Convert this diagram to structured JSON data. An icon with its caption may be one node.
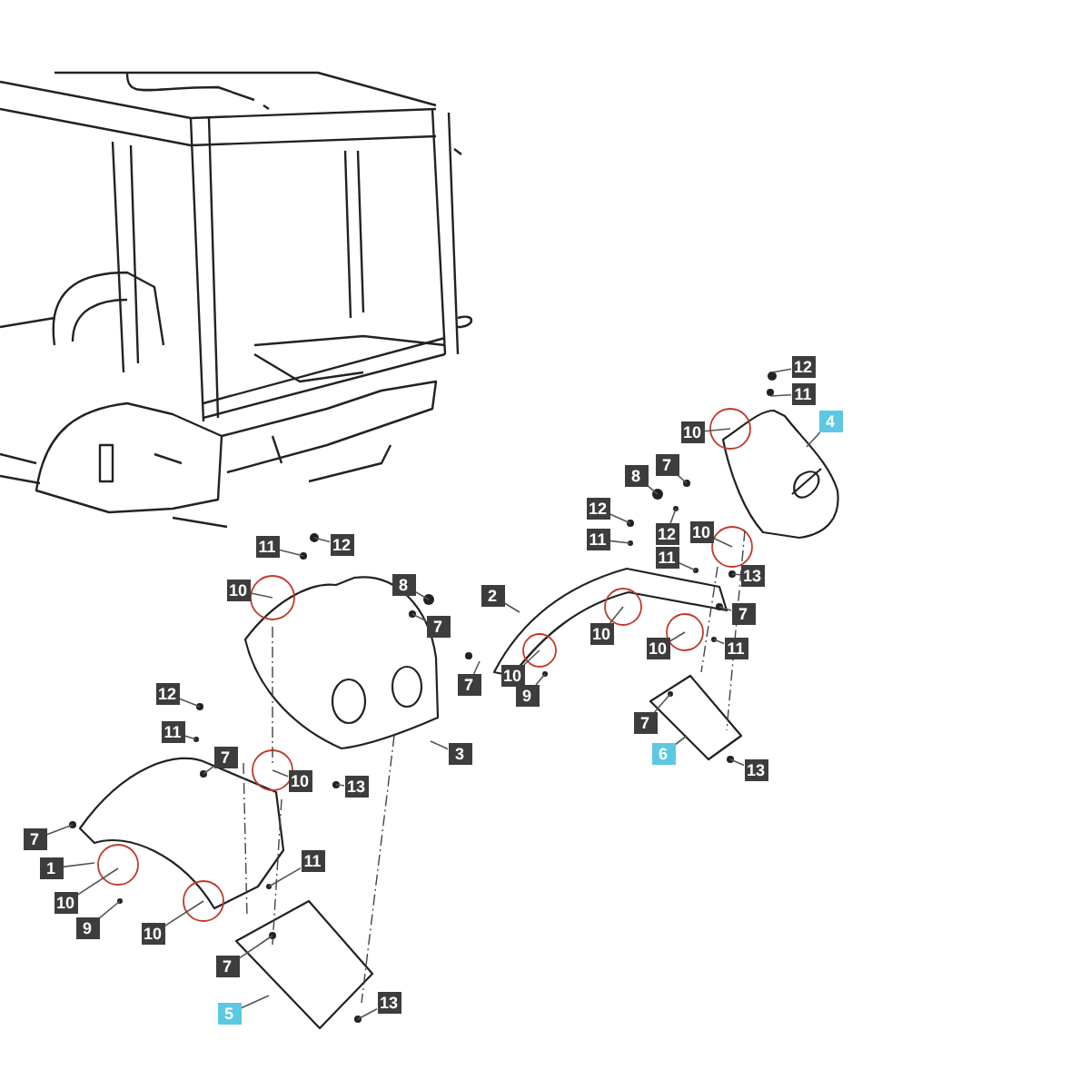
{
  "diagram": {
    "nodes": [
      {
        "text": [
          "12"
        ]
      },
      {
        "text": [
          "11"
        ]
      },
      {
        "text": [
          "10"
        ]
      },
      {
        "text": [
          "4"
        ]
      },
      {
        "text": [
          "8"
        ]
      },
      {
        "text": [
          "7"
        ]
      },
      {
        "text": [
          "12"
        ]
      },
      {
        "text": [
          "11"
        ]
      },
      {
        "text": [
          "12"
        ]
      },
      {
        "text": [
          "10"
        ]
      },
      {
        "text": [
          "11"
        ]
      },
      {
        "text": [
          "13"
        ]
      },
      {
        "text": [
          "2"
        ]
      },
      {
        "text": [
          "11"
        ]
      },
      {
        "text": [
          "12"
        ]
      },
      {
        "text": [
          "10"
        ]
      },
      {
        "text": [
          "8"
        ]
      },
      {
        "text": [
          "7"
        ]
      },
      {
        "text": [
          "10"
        ]
      },
      {
        "text": [
          "7"
        ]
      },
      {
        "text": [
          "10"
        ]
      },
      {
        "text": [
          "11"
        ]
      },
      {
        "text": [
          "7"
        ]
      },
      {
        "text": [
          "10"
        ]
      },
      {
        "text": [
          "9"
        ]
      },
      {
        "text": [
          "12"
        ]
      },
      {
        "text": [
          "11"
        ]
      },
      {
        "text": [
          "7"
        ]
      },
      {
        "text": [
          "7"
        ]
      },
      {
        "text": [
          "3"
        ]
      },
      {
        "text": [
          "6"
        ]
      },
      {
        "text": [
          "10"
        ]
      },
      {
        "text": [
          "13"
        ]
      },
      {
        "text": [
          "13"
        ]
      },
      {
        "text": [
          "7"
        ]
      },
      {
        "text": [
          "11"
        ]
      },
      {
        "text": [
          "1"
        ]
      },
      {
        "text": [
          "10"
        ]
      },
      {
        "text": [
          "9"
        ]
      },
      {
        "text": [
          "10"
        ]
      },
      {
        "text": [
          "7"
        ]
      },
      {
        "text": [
          "5"
        ]
      },
      {
        "text": [
          "13"
        ]
      }
    ],
    "edges": [
      {
        "from": 0,
        "to": null,
        "arrow": "none"
      },
      {
        "from": 1,
        "to": null,
        "arrow": "none"
      },
      {
        "from": 2,
        "to": null,
        "arrow": "none"
      },
      {
        "from": 3,
        "to": null,
        "arrow": "none"
      },
      {
        "from": 4,
        "to": null,
        "arrow": "none"
      },
      {
        "from": 5,
        "to": null,
        "arrow": "none"
      },
      {
        "from": 6,
        "to": null,
        "arrow": "none"
      },
      {
        "from": 7,
        "to": null,
        "arrow": "none"
      },
      {
        "from": 8,
        "to": null,
        "arrow": "none"
      },
      {
        "from": 9,
        "to": null,
        "arrow": "none"
      },
      {
        "from": 10,
        "to": null,
        "arrow": "none"
      },
      {
        "from": 11,
        "to": null,
        "arrow": "none"
      },
      {
        "from": 12,
        "to": null,
        "arrow": "none"
      },
      {
        "from": 13,
        "to": null,
        "arrow": "none"
      },
      {
        "from": 14,
        "to": null,
        "arrow": "none"
      },
      {
        "from": 15,
        "to": null,
        "arrow": "none"
      },
      {
        "from": 16,
        "to": null,
        "arrow": "none"
      },
      {
        "from": 17,
        "to": null,
        "arrow": "none"
      },
      {
        "from": 18,
        "to": null,
        "arrow": "none"
      },
      {
        "from": 19,
        "to": null,
        "arrow": "none"
      },
      {
        "from": 20,
        "to": null,
        "arrow": "none"
      },
      {
        "from": 21,
        "to": null,
        "arrow": "none"
      },
      {
        "from": 22,
        "to": null,
        "arrow": "none"
      },
      {
        "from": 23,
        "to": null,
        "arrow": "none"
      },
      {
        "from": 24,
        "to": null,
        "arrow": "none"
      },
      {
        "from": 25,
        "to": null,
        "arrow": "none"
      },
      {
        "from": 26,
        "to": null,
        "arrow": "none"
      },
      {
        "from": 27,
        "to": null,
        "arrow": "none"
      },
      {
        "from": 28,
        "to": null,
        "arrow": "none"
      },
      {
        "from": 29,
        "to": null,
        "arrow": "none"
      },
      {
        "from": 30,
        "to": null,
        "arrow": "none"
      },
      {
        "from": 31,
        "to": null,
        "arrow": "none"
      },
      {
        "from": 32,
        "to": null,
        "arrow": "none"
      },
      {
        "from": 33,
        "to": null,
        "arrow": "none"
      },
      {
        "from": 34,
        "to": null,
        "arrow": "none"
      },
      {
        "from": 35,
        "to": null,
        "arrow": "none"
      },
      {
        "from": 36,
        "to": null,
        "arrow": "none"
      },
      {
        "from": 37,
        "to": null,
        "arrow": "none"
      },
      {
        "from": 38,
        "to": null,
        "arrow": "none"
      },
      {
        "from": 39,
        "to": null,
        "arrow": "none"
      },
      {
        "from": 40,
        "to": null,
        "arrow": "none"
      },
      {
        "from": 41,
        "to": null,
        "arrow": "none"
      },
      {
        "from": 42,
        "to": null,
        "arrow": "none"
      }
    ]
  }
}
